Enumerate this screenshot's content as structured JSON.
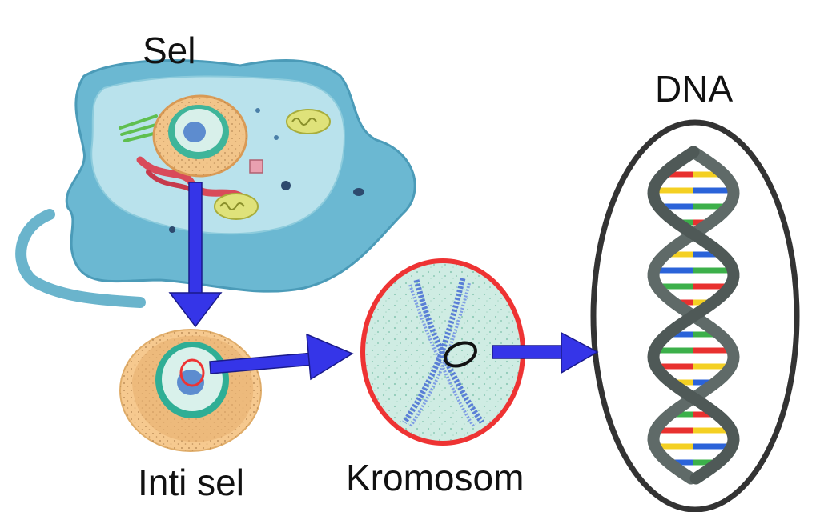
{
  "labels": {
    "cell": "Sel",
    "dna": "DNA",
    "nucleus": "Inti sel",
    "chromosome": "Kromosom"
  },
  "colors": {
    "arrow": "#3535e8",
    "highlight_ring": "#ee3333",
    "dna_frame": "#333333",
    "dna_backbone": "#5f6a68",
    "base_pairs": [
      "#e8312f",
      "#f4d023",
      "#2b63d9",
      "#3cb04a"
    ],
    "cell_body": "#6bb8d2",
    "cytoplasm": "#b9e2ec",
    "nucleus_envelope": "#f2c58a",
    "chromosome_bg": "#cfece3",
    "chromosome_strand": "#5a7fd6"
  },
  "icons": [
    "animal-cell-illustration",
    "nucleus-illustration",
    "chromosome-illustration",
    "dna-double-helix-illustration"
  ]
}
